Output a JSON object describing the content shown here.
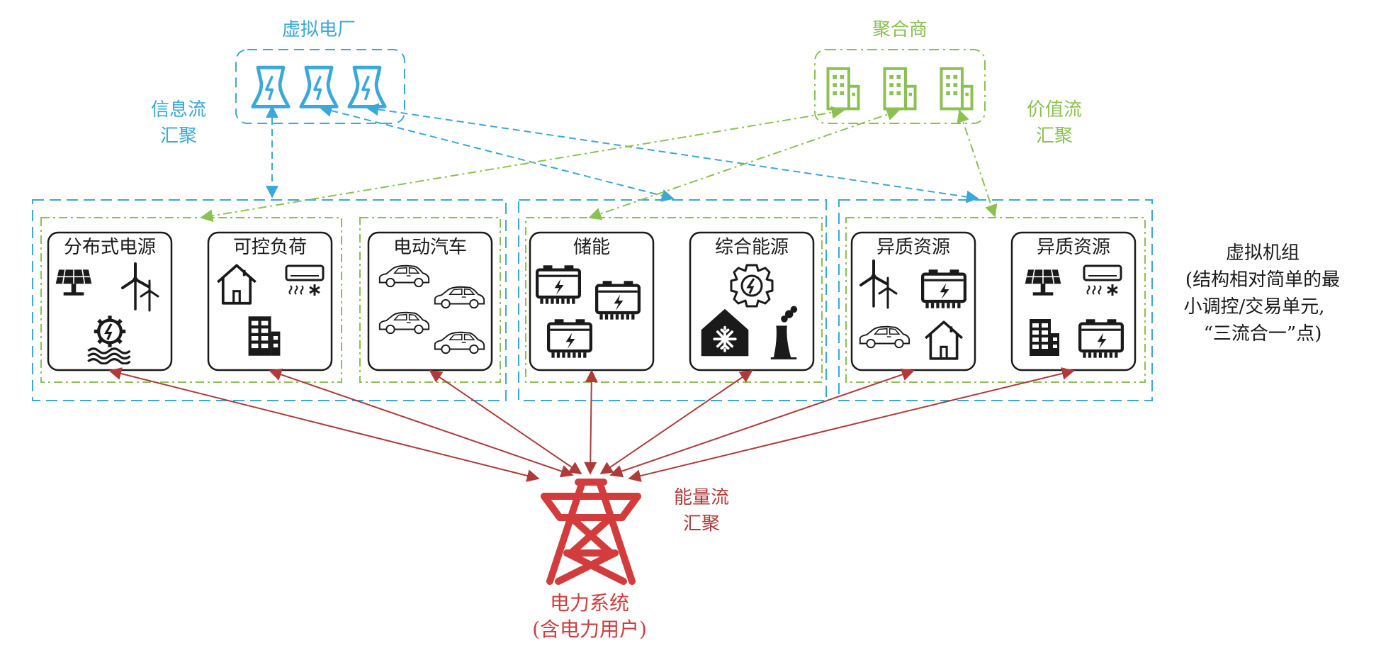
{
  "top_left": {
    "title": "虚拟电厂",
    "flow_label_1": "信息流",
    "flow_label_2": "汇聚"
  },
  "top_right": {
    "title": "聚合商",
    "flow_label_1": "价值流",
    "flow_label_2": "汇聚"
  },
  "resource_boxes": [
    {
      "label": "分布式电源",
      "icons": [
        "solar-panel-icon",
        "wind-turbine-icon",
        "hydro-turbine-icon"
      ]
    },
    {
      "label": "可控负荷",
      "icons": [
        "house-icon",
        "air-conditioner-icon",
        "building-icon"
      ]
    },
    {
      "label": "电动汽车",
      "icons": [
        "car-icon",
        "car-icon",
        "car-icon",
        "car-icon"
      ]
    },
    {
      "label": "储能",
      "icons": [
        "battery-icon",
        "battery-icon",
        "battery-icon"
      ]
    },
    {
      "label": "综合能源",
      "icons": [
        "energy-gear-icon",
        "cold-storage-icon",
        "power-plant-icon"
      ]
    },
    {
      "label": "异质资源",
      "icons": [
        "wind-turbine-icon",
        "battery-icon",
        "car-icon",
        "house-icon"
      ]
    },
    {
      "label": "异质资源",
      "icons": [
        "solar-panel-icon",
        "air-conditioner-icon",
        "building-icon",
        "battery-icon"
      ]
    }
  ],
  "vpp_unit": {
    "line1": "虚拟机组",
    "line2": "(结构相对简单的最",
    "line3": "小调控/交易单元,",
    "line4": "“三流合一”点)"
  },
  "energy": {
    "flow_label_1": "能量流",
    "flow_label_2": "汇聚"
  },
  "grid": {
    "title": "电力系统",
    "subtitle": "(含电力用户)"
  },
  "colors": {
    "info": "#3aa8d8",
    "value": "#8cc152",
    "energy": "#b03a3a",
    "grid": "#d23c3c",
    "text": "#1a1a1a"
  }
}
